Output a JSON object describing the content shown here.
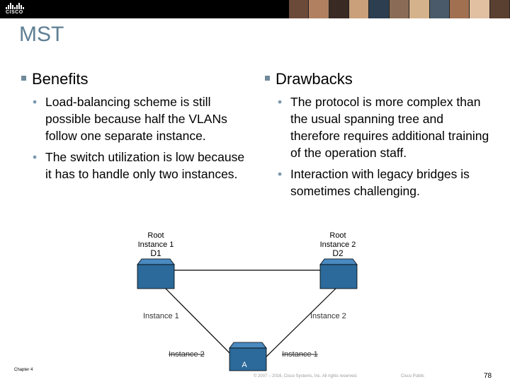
{
  "header": {
    "logo_text": "CISCO",
    "photo_colors": [
      "#6b4a3a",
      "#b08060",
      "#3a2a24",
      "#c9a07a",
      "#2c3e50",
      "#8a6b55",
      "#d4b28c",
      "#4a5a6a",
      "#a07050",
      "#e0c0a0",
      "#5a4030"
    ]
  },
  "slide": {
    "title": "MST",
    "left": {
      "heading": "Benefits",
      "bullets": [
        "Load-balancing scheme is still possible because half the VLANs follow one separate instance.",
        "The switch utilization is low because it has to handle only two instances."
      ]
    },
    "right": {
      "heading": "Drawbacks",
      "bullets": [
        "The protocol is more complex than the usual spanning tree and therefore requires additional training of the operation staff.",
        "Interaction with legacy bridges is sometimes challenging."
      ]
    }
  },
  "diagram": {
    "d1_label": [
      "Root",
      "Instance 1",
      "D1"
    ],
    "d2_label": [
      "Root",
      "Instance 2",
      "D2"
    ],
    "left_link_label": "Instance 1",
    "right_link_label": "Instance 2",
    "bottom_left_label": "Instance 2",
    "bottom_right_label": "Instance 1",
    "switch_a_label": "A",
    "switch_color": "#2b6a9a"
  },
  "footer": {
    "chapter": "Chapter 4",
    "copyright": "© 2007 – 2016, Cisco Systems, Inc. All rights reserved.",
    "classification": "Cisco Public",
    "page": "78"
  }
}
